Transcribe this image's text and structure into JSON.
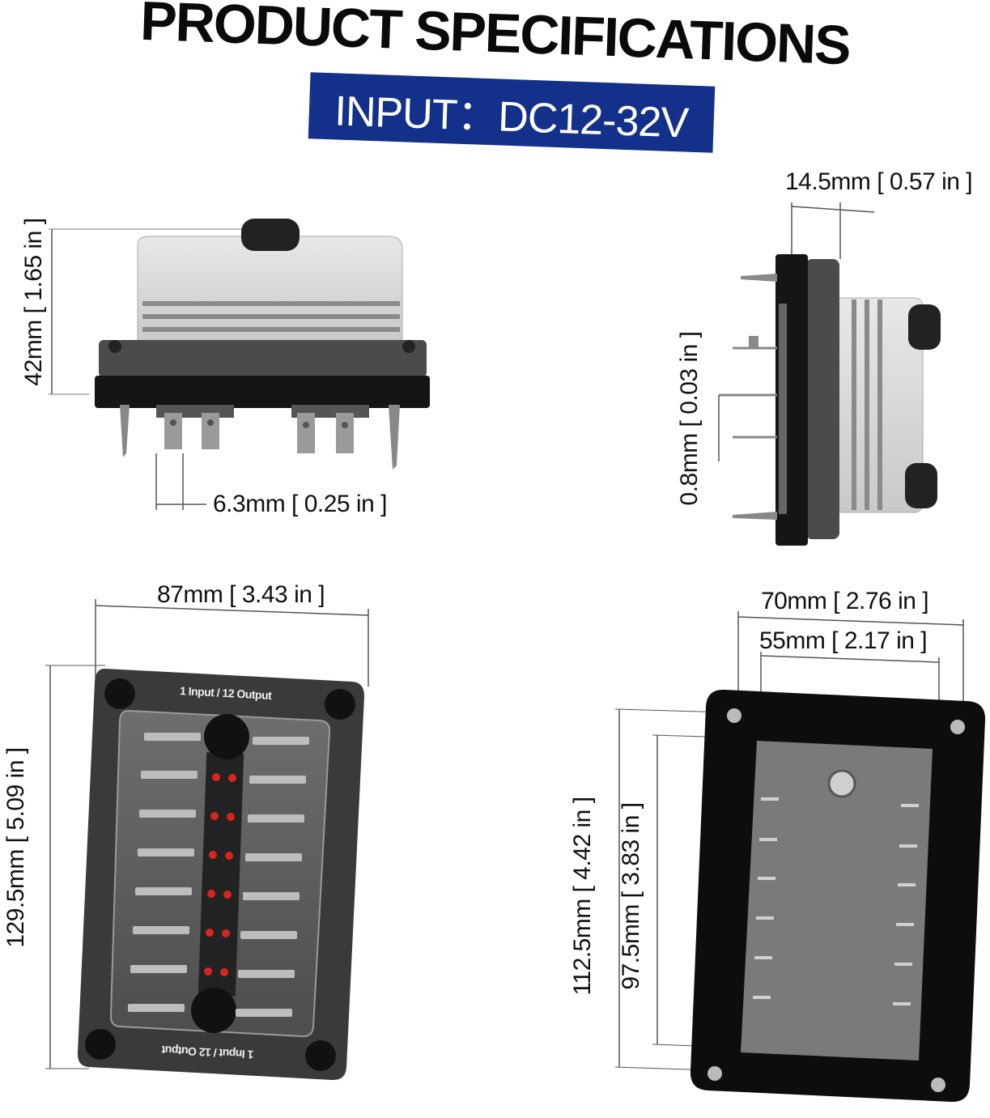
{
  "header": {
    "title": "PRODUCT SPECIFICATIONS",
    "input_label": "INPUT：DC12-32V"
  },
  "front_view": {
    "height_label": "42mm [ 1.65 in ]",
    "terminal_label": "6.3mm [ 0.25 in ]"
  },
  "side_view": {
    "thickness_label": "14.5mm [ 0.57 in ]",
    "pin_label": "0.8mm [ 0.03 in ]"
  },
  "top_view": {
    "width_label": "87mm [ 3.43 in ]",
    "height_label": "129.5mm [ 5.09 in ]",
    "top_text": "1 Input / 12 Output",
    "bottom_text": "1 Input / 12 Output"
  },
  "back_view": {
    "outer_width_label": "70mm [ 2.76 in ]",
    "inner_width_label": "55mm [ 2.17 in ]",
    "outer_height_label": "112.5mm [ 4.42 in ]",
    "inner_height_label": "97.5mm [ 3.83 in ]"
  },
  "colors": {
    "banner": "#13308a",
    "led": "#d9251d",
    "housing": "#3a3a3a"
  }
}
